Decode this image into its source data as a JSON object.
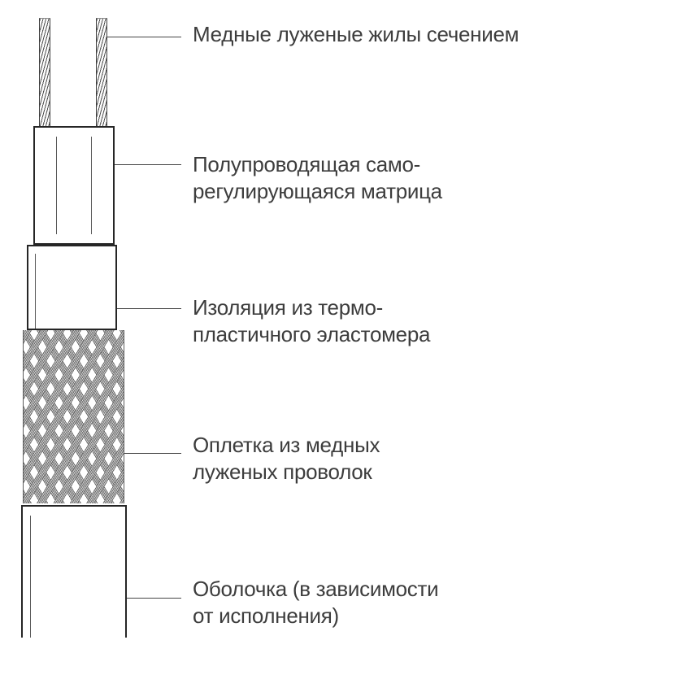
{
  "figure": {
    "kind": "cable-structure-diagram",
    "background": "#ffffff",
    "colors": {
      "text": "#3d3d3d",
      "leader_line": "#454545",
      "outline": "#262626",
      "braid_strand": "#6a6a6a",
      "braid_highlight": "#d8d8d8"
    }
  },
  "labels": [
    {
      "id": "conductors",
      "lines": [
        "Медные луженые жилы сечением"
      ]
    },
    {
      "id": "matrix",
      "lines": [
        "Полупроводящая само-",
        "регулирующаяся матрица"
      ]
    },
    {
      "id": "insulation",
      "lines": [
        "Изоляция из термо-",
        "пластичного эластомера"
      ]
    },
    {
      "id": "braid",
      "lines": [
        "Оплетка из медных",
        "луженых проволок"
      ]
    },
    {
      "id": "sheath",
      "lines": [
        "Оболочка (в зависимости",
        "от исполнения)"
      ]
    }
  ]
}
